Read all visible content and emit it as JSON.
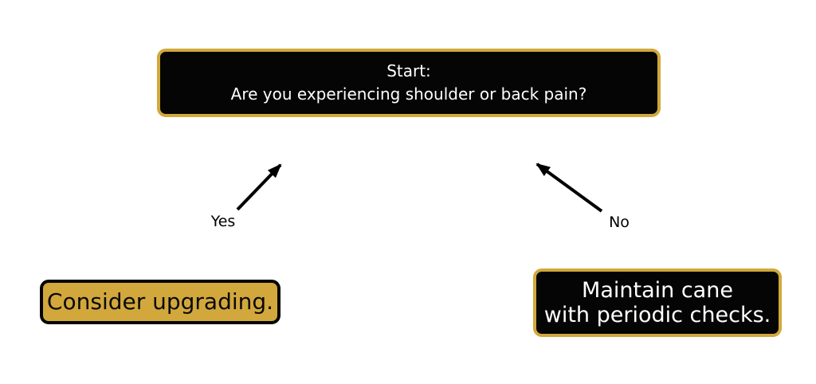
{
  "flowchart": {
    "start_node": {
      "lines": [
        "Start:",
        "Are you experiencing shoulder or back pain?"
      ]
    },
    "edges": {
      "yes": {
        "label": "Yes"
      },
      "no": {
        "label": "No"
      }
    },
    "yes_outcome_node": {
      "lines": [
        "Consider upgrading."
      ]
    },
    "no_outcome_node": {
      "lines": [
        "Maintain cane",
        "with periodic checks."
      ]
    },
    "colors": {
      "bg": "#ffffff",
      "gold": "#d2a83c",
      "node-black": "#050505",
      "text-on-black": "#ffffff",
      "text-on-gold": "#0a0a0a",
      "arrow": "#000000"
    }
  }
}
